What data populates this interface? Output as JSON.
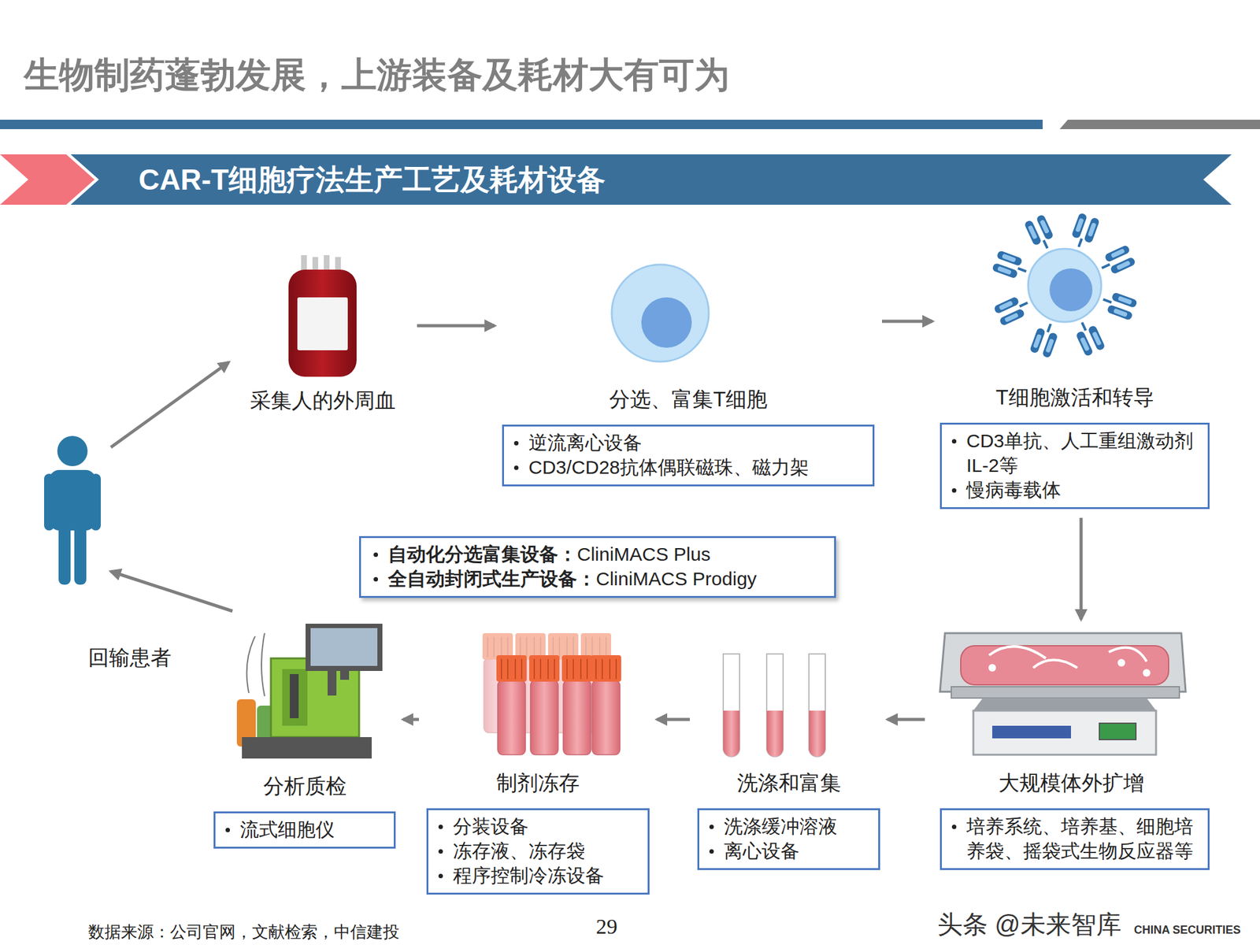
{
  "diagram": {
    "title": "生物制药蓬勃发展，上游装备及耗材大有可为",
    "nodes": [
      {
        "text": [
          "CAR-T细胞疗法生产工艺及耗材设备"
        ]
      },
      {
        "text": []
      },
      {
        "text": [
          "采集人的外周血"
        ]
      },
      {
        "text": [
          "分选、富集T细胞",
          "逆流离心设备",
          "CD3/CD28抗体偶联磁珠、磁力架"
        ]
      },
      {
        "text": [
          "T细胞激活和转导",
          "CD3单抗、人工重组激动剂 IL-2等",
          "慢病毒载体"
        ]
      },
      {
        "text": [
          "大规模体外扩增",
          "培养系统、培养基、细胞培养袋、摇袋式生物反应器等"
        ]
      },
      {
        "text": [
          "洗涤和富集",
          "洗涤缓冲溶液",
          "离心设备"
        ]
      },
      {
        "text": [
          "制剂冻存",
          "分装设备",
          "冻存液、冻存袋",
          "程序控制冷冻设备"
        ]
      },
      {
        "text": [
          "分析质检",
          "流式细胞仪"
        ]
      },
      {
        "text": [
          "自动化分选富集设备：",
          "CliniMACS Plus",
          "全自动封闭式生产设备：",
          "CliniMACS Prodigy"
        ]
      }
    ],
    "edges": [
      {
        "from": 1,
        "to": 2,
        "arrow": "to"
      },
      {
        "from": 2,
        "to": 3,
        "arrow": "to"
      },
      {
        "from": 3,
        "to": 4,
        "arrow": "to"
      },
      {
        "from": 4,
        "to": 5,
        "arrow": "to"
      },
      {
        "from": 5,
        "to": 6,
        "arrow": "to"
      },
      {
        "from": 6,
        "to": 7,
        "arrow": "to"
      },
      {
        "from": 7,
        "to": 8,
        "arrow": "to"
      },
      {
        "from": 8,
        "to": 1,
        "label": "回输患者",
        "arrow": "to"
      }
    ],
    "labels": [
      "数据来源：公司官网，文献检索，中信建投",
      "29",
      "头条 @未来智库",
      "CHINA SECURITIES"
    ]
  }
}
